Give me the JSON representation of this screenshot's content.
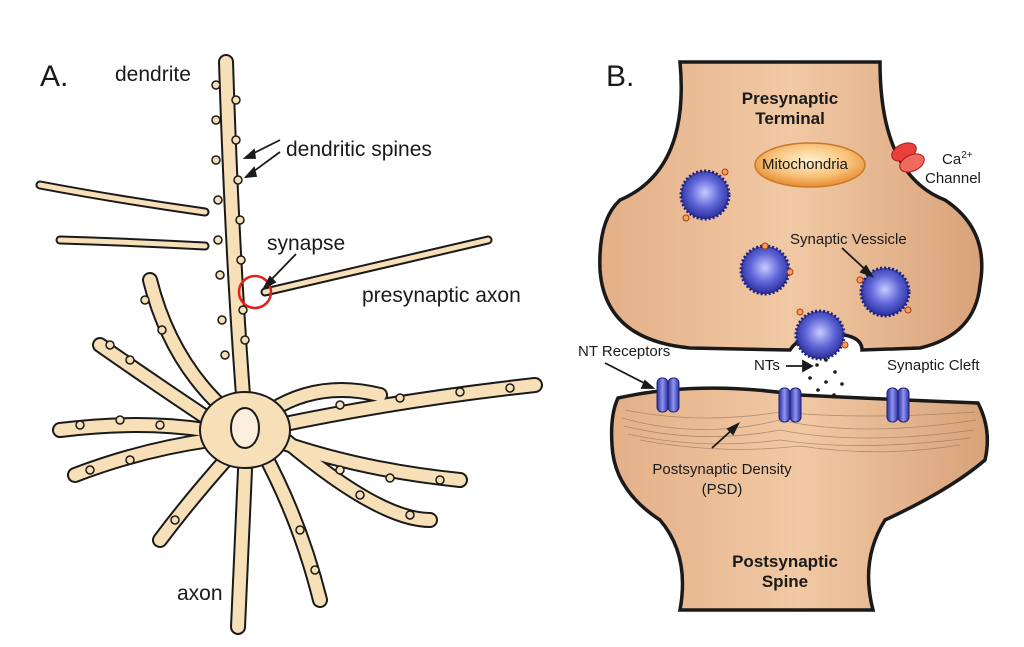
{
  "panel_a": {
    "letter": "A.",
    "labels": {
      "dendrite": "dendrite",
      "dendritic_spines": "dendritic spines",
      "synapse": "synapse",
      "presynaptic_axon": "presynaptic axon",
      "axon": "axon"
    }
  },
  "panel_b": {
    "letter": "B.",
    "labels": {
      "presynaptic_terminal_1": "Presynaptic",
      "presynaptic_terminal_2": "Terminal",
      "mitochondria": "Mitochondria",
      "ca_base": "Ca",
      "ca_sup": "2+",
      "channel": "Channel",
      "synaptic_vessicle": "Synaptic Vessicle",
      "nt_receptors": "NT Receptors",
      "nts": "NTs",
      "synaptic_cleft": "Synaptic Cleft",
      "psd_1": "Postsynaptic Density",
      "psd_2": "(PSD)",
      "postsynaptic_spine_1": "Postsynaptic",
      "postsynaptic_spine_2": "Spine"
    }
  },
  "colors": {
    "neuron_fill": "#f7dfb8",
    "terminal_fill": "#e8b48a",
    "vesicle_blue": "#3b3fb0",
    "highlight_red": "#e0201b",
    "mito_orange": "#f5a54a"
  }
}
